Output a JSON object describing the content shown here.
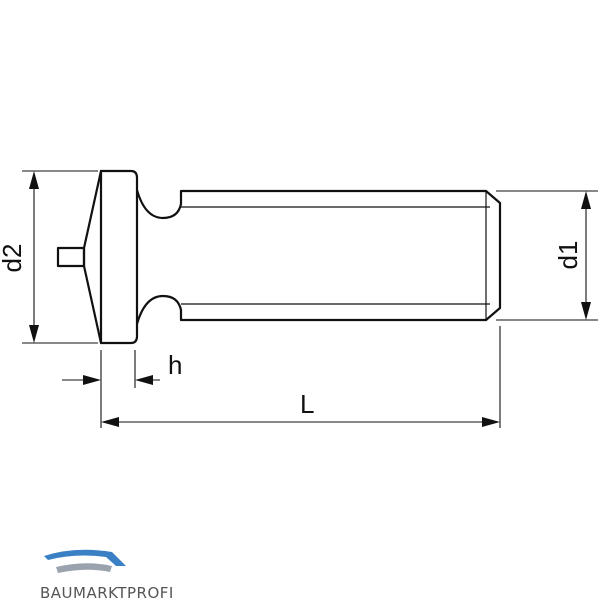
{
  "dimensions": {
    "d2": "d2",
    "d1": "d1",
    "h": "h",
    "L": "L"
  },
  "logo": {
    "text": "BAUMARKTPROFI"
  },
  "colors": {
    "line": "#111111",
    "logo_blue": "#3b7fc4",
    "logo_text": "#555555"
  }
}
